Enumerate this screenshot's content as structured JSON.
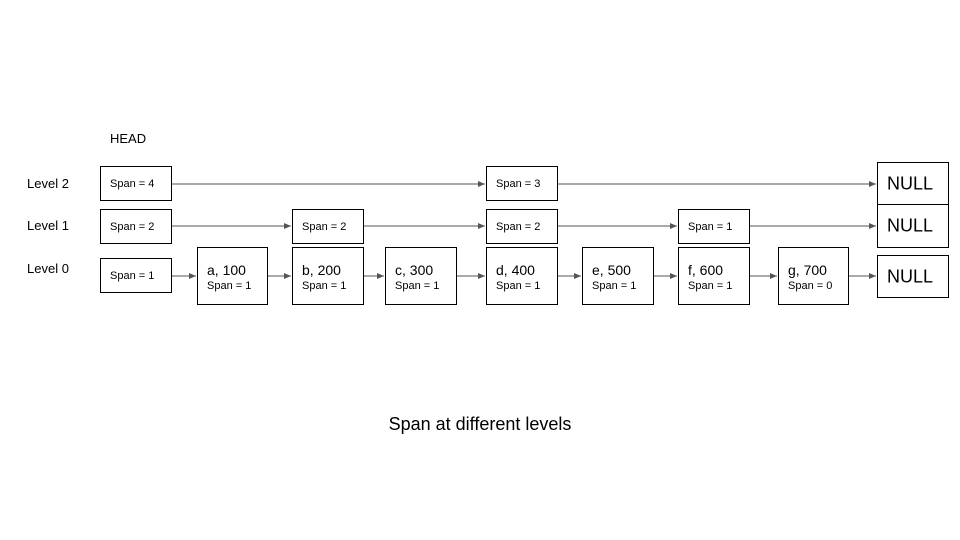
{
  "head_label": "HEAD",
  "level_labels": [
    "Level 2",
    "Level 1",
    "Level 0"
  ],
  "head": {
    "level2": "Span = 4",
    "level1": "Span = 2",
    "level0": "Span = 1"
  },
  "level2_nodes": [
    "Span = 3"
  ],
  "level1_nodes": [
    "Span = 2",
    "Span = 2",
    "Span = 1"
  ],
  "level0_nodes": [
    {
      "key": "a, 100",
      "span": "Span = 1"
    },
    {
      "key": "b, 200",
      "span": "Span = 1"
    },
    {
      "key": "c, 300",
      "span": "Span = 1"
    },
    {
      "key": "d, 400",
      "span": "Span = 1"
    },
    {
      "key": "e, 500",
      "span": "Span = 1"
    },
    {
      "key": "f, 600",
      "span": "Span = 1"
    },
    {
      "key": "g, 700",
      "span": "Span = 0"
    }
  ],
  "null_label": "NULL",
  "caption": "Span at different levels",
  "colors": {
    "stroke": "#000000",
    "arrow": "#555555",
    "background": "#ffffff"
  }
}
